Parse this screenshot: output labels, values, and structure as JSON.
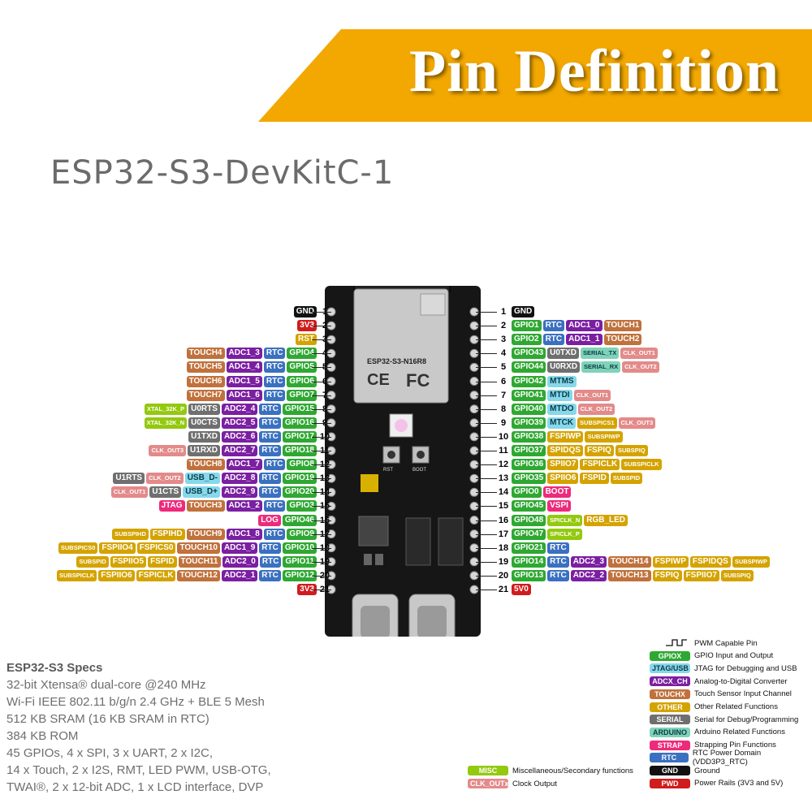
{
  "banner": {
    "title": "Pin Definition",
    "color": "#f2a800"
  },
  "board": {
    "title": "ESP32-S3-DevKitC-1",
    "module_label": "ESP32-S3-N16R8",
    "fc_mark": "FC",
    "ce_mark": "CE",
    "rst_button": "RST",
    "boot_button": "BOOT"
  },
  "colors": {
    "GND": "#111111",
    "PWR": "#d01c1c",
    "GPIO": "#2fa832",
    "RTC": "#3a70c0",
    "ADC": "#7b1fa2",
    "TOUCH": "#c0713c",
    "SERIAL": "#6f6f6f",
    "JTAG": "#86d8ea",
    "STRAP": "#ee2a7b",
    "OTHER": "#d4a300",
    "ARDUINO": "#7fd3b8",
    "MISC": "#93c90e",
    "CLK": "#e38a8a"
  },
  "left_pins": [
    {
      "num": "1",
      "tags": [
        [
          "GND",
          "GND"
        ]
      ]
    },
    {
      "num": "2",
      "tags": [
        [
          "3V3",
          "PWR"
        ]
      ]
    },
    {
      "num": "3",
      "tags": [
        [
          "RST",
          "OTHER"
        ]
      ]
    },
    {
      "num": "4",
      "tags": [
        [
          "GPIO4",
          "GPIO"
        ],
        [
          "RTC",
          "RTC"
        ],
        [
          "ADC1_3",
          "ADC"
        ],
        [
          "TOUCH4",
          "TOUCH"
        ]
      ]
    },
    {
      "num": "5",
      "tags": [
        [
          "GPIO5",
          "GPIO"
        ],
        [
          "RTC",
          "RTC"
        ],
        [
          "ADC1_4",
          "ADC"
        ],
        [
          "TOUCH5",
          "TOUCH"
        ]
      ]
    },
    {
      "num": "6",
      "tags": [
        [
          "GPIO6",
          "GPIO"
        ],
        [
          "RTC",
          "RTC"
        ],
        [
          "ADC1_5",
          "ADC"
        ],
        [
          "TOUCH6",
          "TOUCH"
        ]
      ]
    },
    {
      "num": "7",
      "tags": [
        [
          "GPIO7",
          "GPIO"
        ],
        [
          "RTC",
          "RTC"
        ],
        [
          "ADC1_6",
          "ADC"
        ],
        [
          "TOUCH7",
          "TOUCH"
        ]
      ]
    },
    {
      "num": "8",
      "tags": [
        [
          "GPIO15",
          "GPIO"
        ],
        [
          "RTC",
          "RTC"
        ],
        [
          "ADC2_4",
          "ADC"
        ],
        [
          "U0RTS",
          "SERIAL"
        ],
        [
          "XTAL_32K_P",
          "MISC",
          "s"
        ]
      ]
    },
    {
      "num": "9",
      "tags": [
        [
          "GPIO16",
          "GPIO"
        ],
        [
          "RTC",
          "RTC"
        ],
        [
          "ADC2_5",
          "ADC"
        ],
        [
          "U0CTS",
          "SERIAL"
        ],
        [
          "XTAL_32K_N",
          "MISC",
          "s"
        ]
      ]
    },
    {
      "num": "10",
      "tags": [
        [
          "GPIO17",
          "GPIO"
        ],
        [
          "RTC",
          "RTC"
        ],
        [
          "ADC2_6",
          "ADC"
        ],
        [
          "U1TXD",
          "SERIAL"
        ]
      ]
    },
    {
      "num": "11",
      "tags": [
        [
          "GPIO18",
          "GPIO"
        ],
        [
          "RTC",
          "RTC"
        ],
        [
          "ADC2_7",
          "ADC"
        ],
        [
          "U1RXD",
          "SERIAL"
        ],
        [
          "CLK_OUT3",
          "CLK",
          "s"
        ]
      ]
    },
    {
      "num": "12",
      "tags": [
        [
          "GPIO8",
          "GPIO"
        ],
        [
          "RTC",
          "RTC"
        ],
        [
          "ADC1_7",
          "ADC"
        ],
        [
          "TOUCH8",
          "TOUCH"
        ]
      ]
    },
    {
      "num": "13",
      "tags": [
        [
          "GPIO19",
          "GPIO"
        ],
        [
          "RTC",
          "RTC"
        ],
        [
          "ADC2_8",
          "ADC"
        ],
        [
          "USB_D-",
          "JTAG"
        ],
        [
          "CLK_OUT2",
          "CLK",
          "s"
        ],
        [
          "U1RTS",
          "SERIAL"
        ]
      ]
    },
    {
      "num": "14",
      "tags": [
        [
          "GPIO20",
          "GPIO"
        ],
        [
          "RTC",
          "RTC"
        ],
        [
          "ADC2_9",
          "ADC"
        ],
        [
          "USB_D+",
          "JTAG"
        ],
        [
          "U1CTS",
          "SERIAL"
        ],
        [
          "CLK_OUT1",
          "CLK",
          "s"
        ]
      ]
    },
    {
      "num": "15",
      "tags": [
        [
          "GPIO3",
          "GPIO"
        ],
        [
          "RTC",
          "RTC"
        ],
        [
          "ADC1_2",
          "ADC"
        ],
        [
          "TOUCH3",
          "TOUCH"
        ],
        [
          "JTAG",
          "STRAP"
        ]
      ]
    },
    {
      "num": "16",
      "tags": [
        [
          "GPIO46",
          "GPIO"
        ],
        [
          "LOG",
          "STRAP"
        ]
      ]
    },
    {
      "num": "17",
      "tags": [
        [
          "GPIO9",
          "GPIO"
        ],
        [
          "RTC",
          "RTC"
        ],
        [
          "ADC1_8",
          "ADC"
        ],
        [
          "TOUCH9",
          "TOUCH"
        ],
        [
          "FSPIHD",
          "OTHER"
        ],
        [
          "SUBSPIHD",
          "OTHER",
          "s"
        ]
      ]
    },
    {
      "num": "18",
      "tags": [
        [
          "GPIO10",
          "GPIO"
        ],
        [
          "RTC",
          "RTC"
        ],
        [
          "ADC1_9",
          "ADC"
        ],
        [
          "TOUCH10",
          "TOUCH"
        ],
        [
          "FSPICS0",
          "OTHER"
        ],
        [
          "FSPIIO4",
          "OTHER"
        ],
        [
          "SUBSPICS0",
          "OTHER",
          "s"
        ]
      ]
    },
    {
      "num": "19",
      "tags": [
        [
          "GPIO11",
          "GPIO"
        ],
        [
          "RTC",
          "RTC"
        ],
        [
          "ADC2_0",
          "ADC"
        ],
        [
          "TOUCH11",
          "TOUCH"
        ],
        [
          "FSPID",
          "OTHER"
        ],
        [
          "FSPIIO5",
          "OTHER"
        ],
        [
          "SUBSPID",
          "OTHER",
          "s"
        ]
      ]
    },
    {
      "num": "20",
      "tags": [
        [
          "GPIO12",
          "GPIO"
        ],
        [
          "RTC",
          "RTC"
        ],
        [
          "ADC2_1",
          "ADC"
        ],
        [
          "TOUCH12",
          "TOUCH"
        ],
        [
          "FSPICLK",
          "OTHER"
        ],
        [
          "FSPIIO6",
          "OTHER"
        ],
        [
          "SUBSPICLK",
          "OTHER",
          "s"
        ]
      ]
    },
    {
      "num": "21",
      "tags": [
        [
          "3V3",
          "PWR"
        ]
      ]
    }
  ],
  "right_pins": [
    {
      "num": "1",
      "tags": [
        [
          "GND",
          "GND"
        ]
      ]
    },
    {
      "num": "2",
      "tags": [
        [
          "GPIO1",
          "GPIO"
        ],
        [
          "RTC",
          "RTC"
        ],
        [
          "ADC1_0",
          "ADC"
        ],
        [
          "TOUCH1",
          "TOUCH"
        ]
      ]
    },
    {
      "num": "3",
      "tags": [
        [
          "GPIO2",
          "GPIO"
        ],
        [
          "RTC",
          "RTC"
        ],
        [
          "ADC1_1",
          "ADC"
        ],
        [
          "TOUCH2",
          "TOUCH"
        ]
      ]
    },
    {
      "num": "4",
      "tags": [
        [
          "GPIO43",
          "GPIO"
        ],
        [
          "U0TXD",
          "SERIAL"
        ],
        [
          "SERIAL_TX",
          "ARDUINO",
          "s"
        ],
        [
          "CLK_OUT1",
          "CLK",
          "s"
        ]
      ]
    },
    {
      "num": "5",
      "tags": [
        [
          "GPIO44",
          "GPIO"
        ],
        [
          "U0RXD",
          "SERIAL"
        ],
        [
          "SERIAL_RX",
          "ARDUINO",
          "s"
        ],
        [
          "CLK_OUT2",
          "CLK",
          "s"
        ]
      ]
    },
    {
      "num": "6",
      "tags": [
        [
          "GPIO42",
          "GPIO"
        ],
        [
          "MTMS",
          "JTAG"
        ]
      ]
    },
    {
      "num": "7",
      "tags": [
        [
          "GPIO41",
          "GPIO"
        ],
        [
          "MTDI",
          "JTAG"
        ],
        [
          "CLK_OUT1",
          "CLK",
          "s"
        ]
      ]
    },
    {
      "num": "8",
      "tags": [
        [
          "GPIO40",
          "GPIO"
        ],
        [
          "MTDO",
          "JTAG"
        ],
        [
          "CLK_OUT2",
          "CLK",
          "s"
        ]
      ]
    },
    {
      "num": "9",
      "tags": [
        [
          "GPIO39",
          "GPIO"
        ],
        [
          "MTCK",
          "JTAG"
        ],
        [
          "SUBSPICS1",
          "OTHER",
          "s"
        ],
        [
          "CLK_OUT3",
          "CLK",
          "s"
        ]
      ]
    },
    {
      "num": "10",
      "tags": [
        [
          "GPIO38",
          "GPIO"
        ],
        [
          "FSPIWP",
          "OTHER"
        ],
        [
          "SUBSPIWP",
          "OTHER",
          "s"
        ]
      ]
    },
    {
      "num": "11",
      "tags": [
        [
          "GPIO37",
          "GPIO"
        ],
        [
          "SPIDQS",
          "OTHER"
        ],
        [
          "FSPIQ",
          "OTHER"
        ],
        [
          "SUBSPIQ",
          "OTHER",
          "s"
        ]
      ]
    },
    {
      "num": "12",
      "tags": [
        [
          "GPIO36",
          "GPIO"
        ],
        [
          "SPIIO7",
          "OTHER"
        ],
        [
          "FSPICLK",
          "OTHER"
        ],
        [
          "SUBSPICLK",
          "OTHER",
          "s"
        ]
      ]
    },
    {
      "num": "13",
      "tags": [
        [
          "GPIO35",
          "GPIO"
        ],
        [
          "SPIIO6",
          "OTHER"
        ],
        [
          "FSPID",
          "OTHER"
        ],
        [
          "SUBSPID",
          "OTHER",
          "s"
        ]
      ]
    },
    {
      "num": "14",
      "tags": [
        [
          "GPIO0",
          "GPIO"
        ],
        [
          "BOOT",
          "STRAP"
        ]
      ]
    },
    {
      "num": "15",
      "tags": [
        [
          "GPIO45",
          "GPIO"
        ],
        [
          "VSPI",
          "STRAP"
        ]
      ]
    },
    {
      "num": "16",
      "tags": [
        [
          "GPIO48",
          "GPIO"
        ],
        [
          "SPICLK_N",
          "MISC",
          "s"
        ],
        [
          "RGB_LED",
          "OTHER"
        ]
      ]
    },
    {
      "num": "17",
      "tags": [
        [
          "GPIO47",
          "GPIO"
        ],
        [
          "SPICLK_P",
          "MISC",
          "s"
        ]
      ]
    },
    {
      "num": "18",
      "tags": [
        [
          "GPIO21",
          "GPIO"
        ],
        [
          "RTC",
          "RTC"
        ]
      ]
    },
    {
      "num": "19",
      "tags": [
        [
          "GPIO14",
          "GPIO"
        ],
        [
          "RTC",
          "RTC"
        ],
        [
          "ADC2_3",
          "ADC"
        ],
        [
          "TOUCH14",
          "TOUCH"
        ],
        [
          "FSPIWP",
          "OTHER"
        ],
        [
          "FSPIDQS",
          "OTHER"
        ],
        [
          "SUBSPIWP",
          "OTHER",
          "s"
        ]
      ]
    },
    {
      "num": "20",
      "tags": [
        [
          "GPIO13",
          "GPIO"
        ],
        [
          "RTC",
          "RTC"
        ],
        [
          "ADC2_2",
          "ADC"
        ],
        [
          "TOUCH13",
          "TOUCH"
        ],
        [
          "FSPIQ",
          "OTHER"
        ],
        [
          "FSPIIO7",
          "OTHER"
        ],
        [
          "SUBSPIQ",
          "OTHER",
          "s"
        ]
      ]
    },
    {
      "num": "21",
      "tags": [
        [
          "5V0",
          "PWR"
        ]
      ]
    }
  ],
  "specs": {
    "title": "ESP32-S3 Specs",
    "lines": [
      "32-bit Xtensa® dual-core @240 MHz",
      "Wi-Fi IEEE 802.11 b/g/n 2.4 GHz + BLE 5 Mesh",
      "512 KB SRAM (16 KB SRAM in RTC)",
      "384 KB ROM",
      "45 GPIOs, 4 x SPI, 3 x UART, 2 x I2C,",
      "14 x Touch, 2 x I2S, RMT, LED PWM, USB-OTG,",
      "TWAI®, 2 x 12-bit ADC, 1 x LCD interface, DVP"
    ]
  },
  "legend": [
    {
      "tag": "",
      "text": "PWM Capable Pin",
      "color": "PWM"
    },
    {
      "tag": "GPIOX",
      "text": "GPIO Input and Output",
      "color": "GPIO"
    },
    {
      "tag": "JTAG/USB",
      "text": "JTAG for Debugging and USB",
      "color": "JTAG"
    },
    {
      "tag": "ADCX_CH",
      "text": "Analog-to-Digital Converter",
      "color": "ADC"
    },
    {
      "tag": "TOUCHX",
      "text": "Touch Sensor Input Channel",
      "color": "TOUCH"
    },
    {
      "tag": "OTHER",
      "text": "Other Related Functions",
      "color": "OTHER"
    },
    {
      "tag": "SERIAL",
      "text": "Serial for Debug/Programming",
      "color": "SERIAL"
    },
    {
      "tag": "ARDUINO",
      "text": "Arduino Related Functions",
      "color": "ARDUINO"
    },
    {
      "tag": "STRAP",
      "text": "Strapping Pin Functions",
      "color": "STRAP"
    },
    {
      "tag": "RTC",
      "text": "RTC Power Domain (VDD3P3_RTC)",
      "color": "RTC"
    },
    {
      "tag": "GND",
      "text": "Ground",
      "color": "GND"
    },
    {
      "tag": "PWD",
      "text": "Power Rails (3V3 and 5V)",
      "color": "PWR"
    }
  ],
  "legend_left": [
    {
      "tag": "MISC",
      "text": "Miscellaneous/Secondary functions",
      "color": "MISC"
    },
    {
      "tag": "CLK_OUTx",
      "text": "Clock Output",
      "color": "CLK"
    }
  ]
}
